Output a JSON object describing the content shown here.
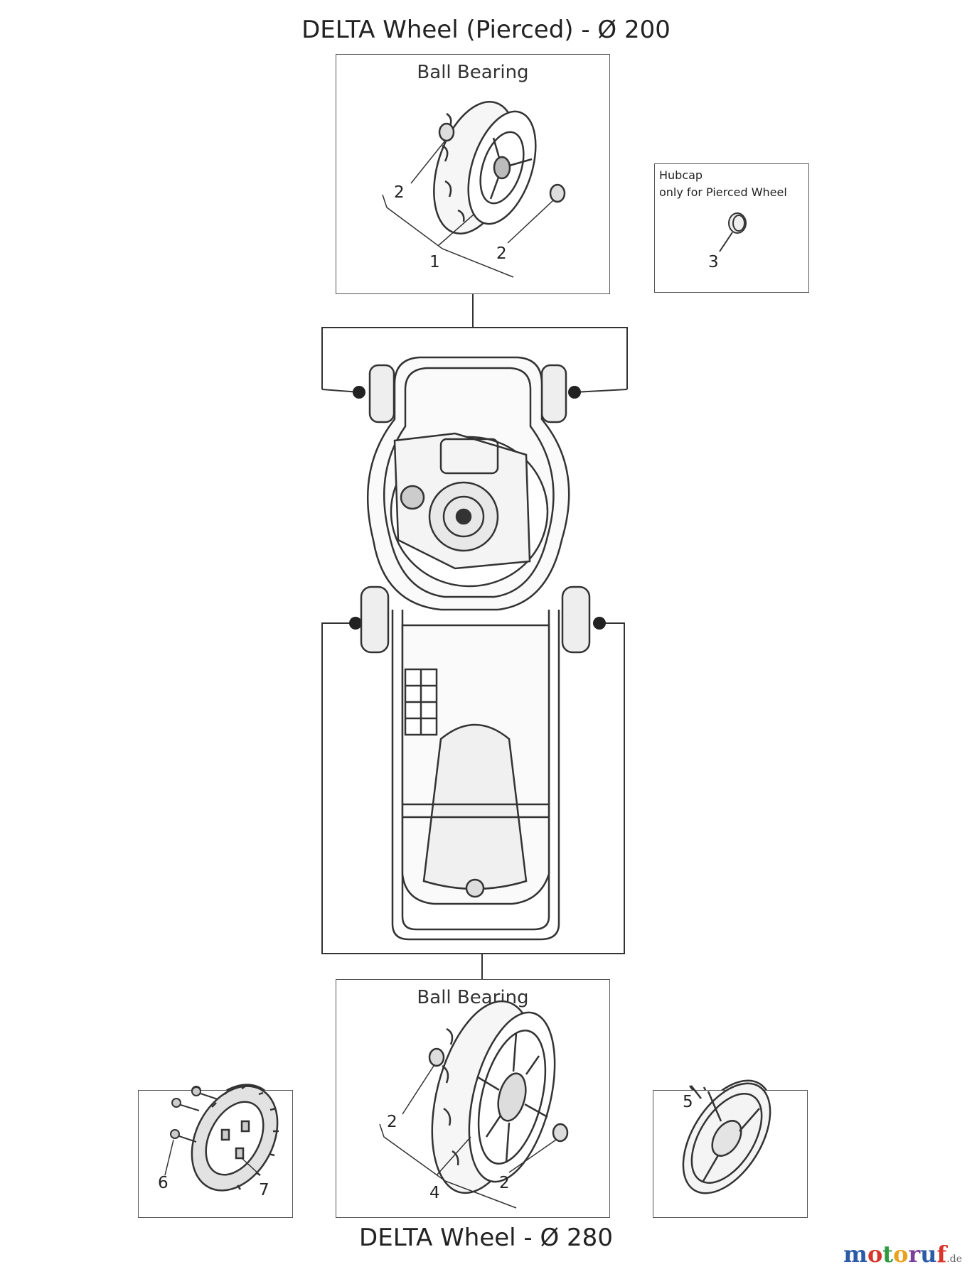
{
  "titles": {
    "top": "DELTA Wheel (Pierced) -  Ø 200",
    "bottom": "DELTA Wheel -  Ø 280"
  },
  "boxes": {
    "top_wheel": {
      "label": "Ball Bearing"
    },
    "bottom_wheel": {
      "label": "Ball Bearing"
    },
    "hubcap": {
      "line1": "Hubcap",
      "line2": "only for Pierced Wheel"
    }
  },
  "callouts": {
    "c1": "1",
    "c2a": "2",
    "c2b": "2",
    "c3": "3",
    "c4": "4",
    "c2c": "2",
    "c2d": "2",
    "c5": "5",
    "c6": "6",
    "c7": "7"
  },
  "watermark": {
    "letters": [
      "m",
      "o",
      "t",
      "o",
      "r",
      "u",
      "f"
    ],
    "colors": [
      "#2a5aa8",
      "#d8342c",
      "#2f9a3f",
      "#e8a21b",
      "#7a3f9a",
      "#2a5aa8",
      "#d8342c"
    ],
    "suffix": ".de"
  },
  "colors": {
    "line": "#333333",
    "fill": "#f2f2f2",
    "box_border": "#555555"
  }
}
